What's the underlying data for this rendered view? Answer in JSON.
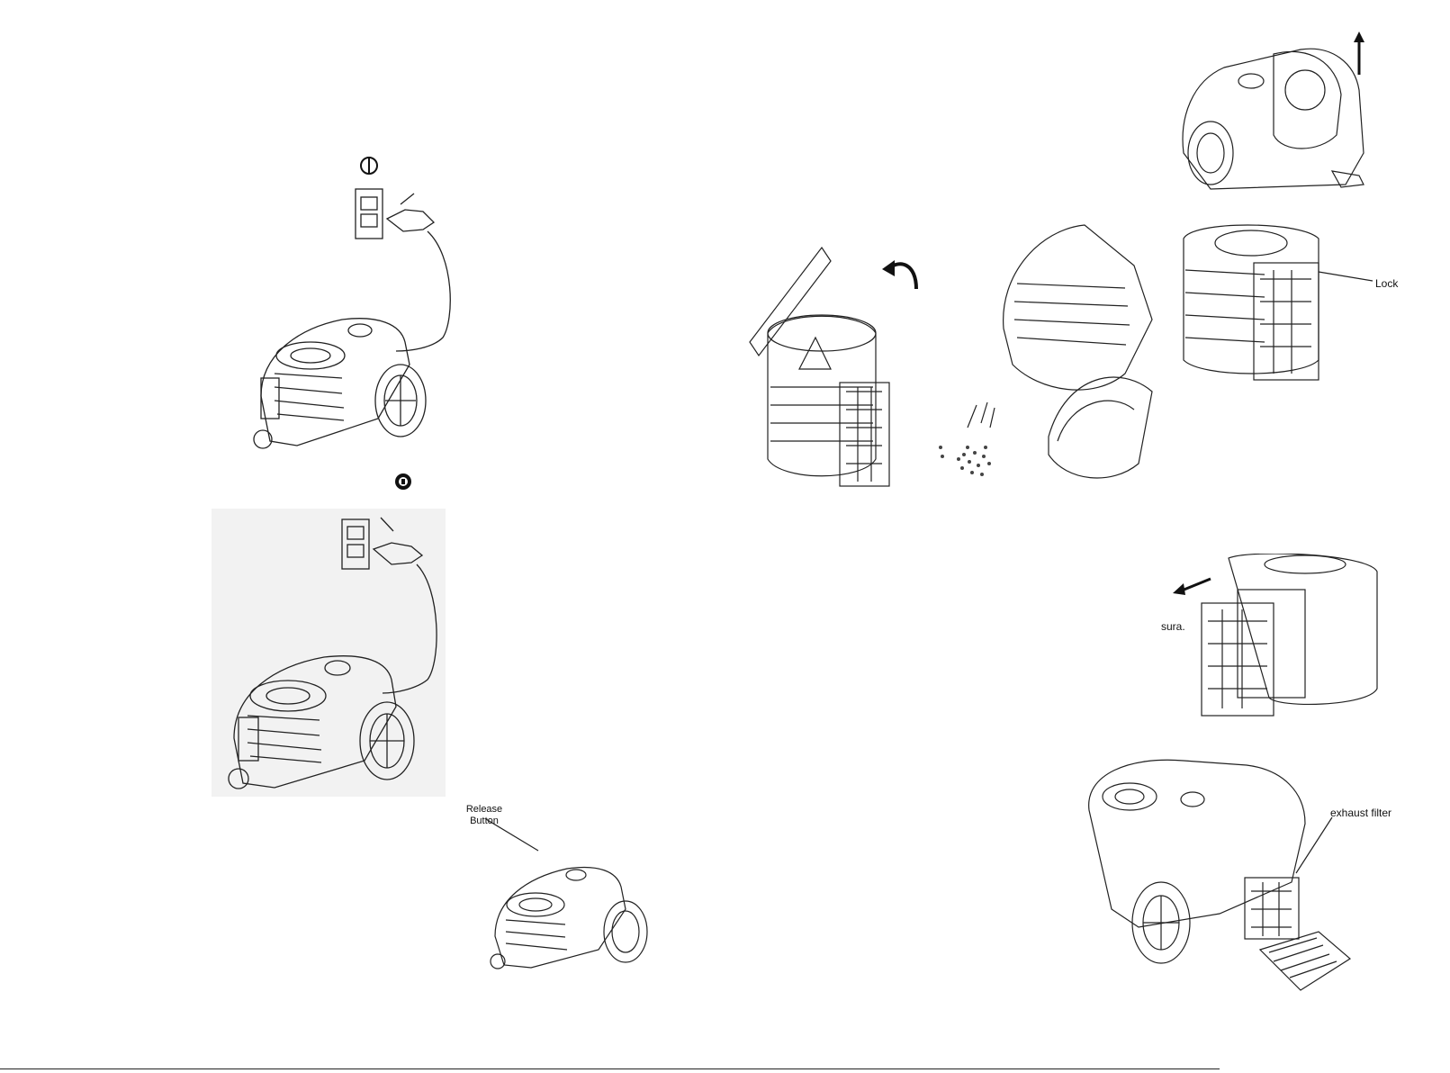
{
  "labels": {
    "release_line1": "Release",
    "release_line2": "Button",
    "lock": "Lock",
    "partial_text": "sura.",
    "exhaust_filter": "exhaust filter"
  },
  "icons": {
    "power_on": "power-on-icon",
    "unplug": "unplug-icon",
    "arrow_up": "arrow-up-icon",
    "rotate_arrow": "rotate-arrow-icon",
    "arrow_left": "arrow-left-icon"
  },
  "colors": {
    "line": "#222222",
    "paper": "#ffffff"
  }
}
